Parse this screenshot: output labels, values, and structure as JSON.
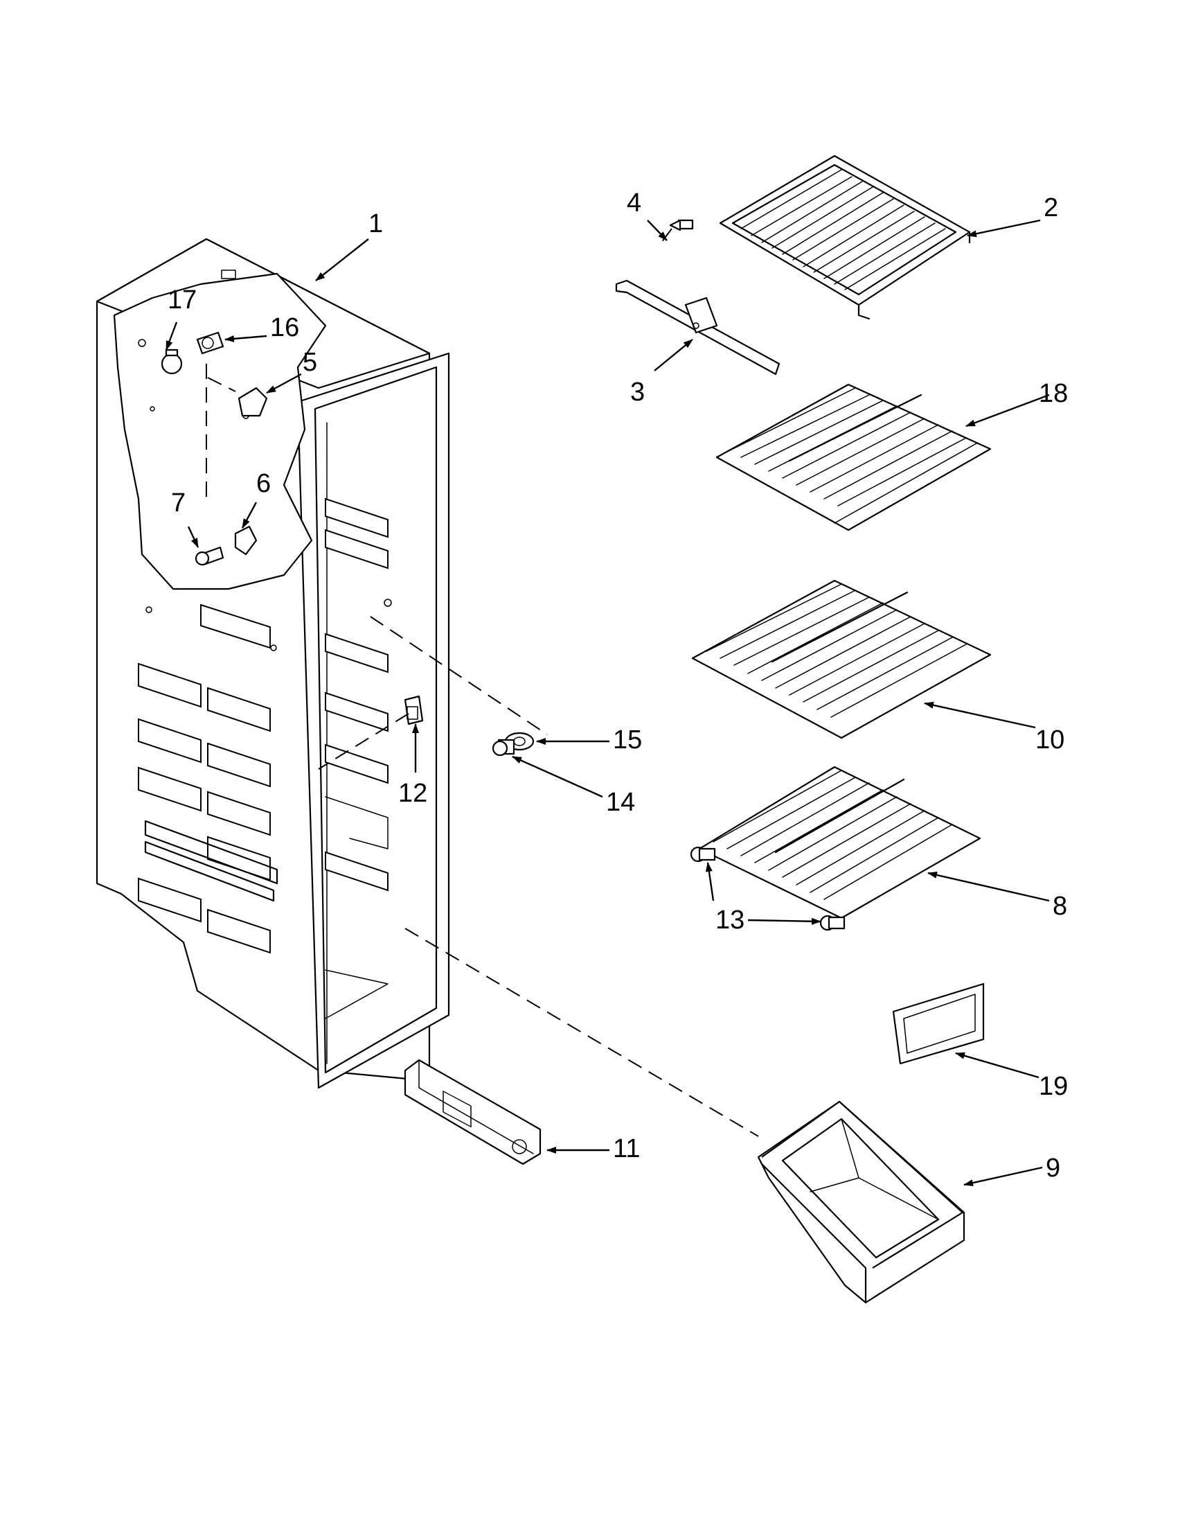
{
  "callouts": [
    "1",
    "2",
    "3",
    "4",
    "5",
    "6",
    "7",
    "8",
    "9",
    "10",
    "11",
    "12",
    "13",
    "14",
    "15",
    "16",
    "17",
    "18",
    "19"
  ],
  "colors": {
    "ink": "#000000",
    "paper": "#ffffff"
  }
}
